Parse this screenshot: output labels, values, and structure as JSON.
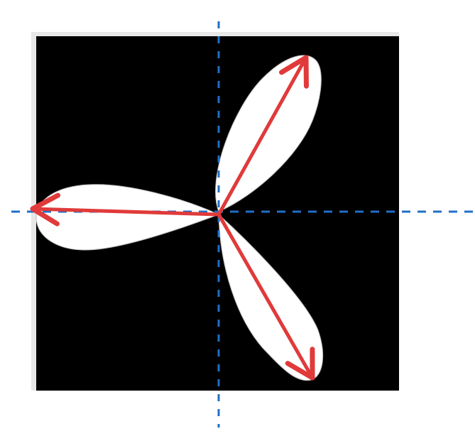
{
  "diagram": {
    "type": "three-leaf-rose-with-vectors",
    "petal_count": 3,
    "vector_count": 3,
    "axes": [
      "horizontal",
      "vertical"
    ],
    "colors": {
      "background": "#ffffff",
      "frame_shadow": "#e8e8e8",
      "plot_background": "#000000",
      "petal_fill": "#ffffff",
      "petal_edge": "#bdbdbd",
      "vector_color": "#e03a3a",
      "axis_color": "#1f6fc9"
    },
    "axis_style": "dashed",
    "vectors": [
      {
        "name": "vector-up-right",
        "direction": "up-right"
      },
      {
        "name": "vector-left",
        "direction": "left"
      },
      {
        "name": "vector-down-right",
        "direction": "down-right"
      }
    ]
  }
}
